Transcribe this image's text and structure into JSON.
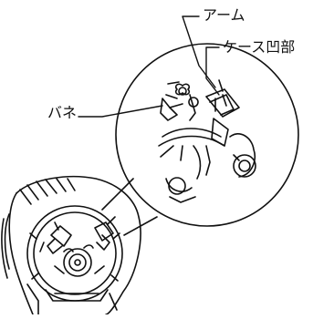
{
  "figure": {
    "labels": {
      "arm": "アーム",
      "case_recess": "ケース凹部",
      "spring": "バネ"
    }
  }
}
